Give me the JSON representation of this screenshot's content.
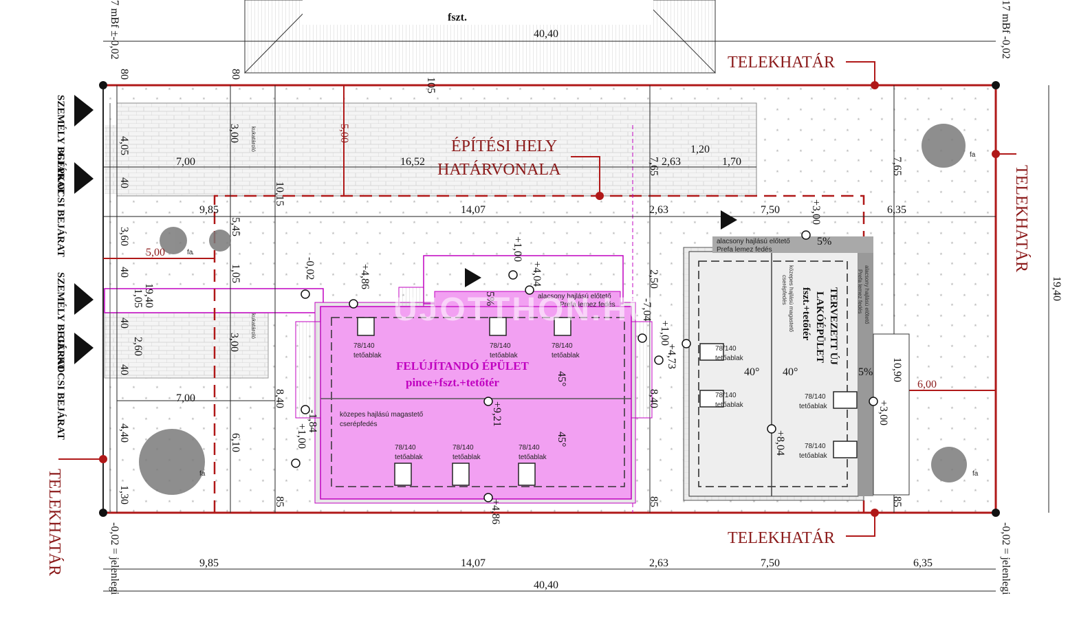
{
  "top_building_label": "fszt.",
  "level_left_top": "7 mBf ±-0,02",
  "level_right_top": "17 mBf -0,02",
  "level_left_bottom": "-0,02 = jelenlegi",
  "level_right_bottom": "-0,02 = jelenlegi",
  "boundary_label": "TELEKHATÁR",
  "building_zone_line1": "ÉPÍTÉSI HELY",
  "building_zone_line2": "HATÁRVONALA",
  "entrances": [
    "SZEMÉLY BEJÁRAT",
    "GÉPKOCSI BEJÁRAT",
    "SZEMÉLY BEJÁRAT",
    "GÉPKOCSI BEJÁRAT"
  ],
  "old_building_line1": "FELÚJÍTANDÓ ÉPÜLET",
  "old_building_line2": "pince+fszt.+tetőtér",
  "new_building_line1": "TERVEZETT ÚJ",
  "new_building_line2": "LAKÓÉPÜLET",
  "new_building_line3": "fszt.+tetőtér",
  "skylight_size": "78/140",
  "skylight_word": "tetőablak",
  "roof_medium_line1": "közepes hajlású magastető",
  "roof_medium_line2": "cserépfedés",
  "porch_line1": "alacsony hajlású előtető",
  "porch_line2": "Prefa lemez fedés",
  "bin_label": "kukatároló",
  "tree_label": "fa",
  "slope_45": "45°",
  "slope_40": "40°",
  "slope_5": "5%",
  "watermark": "UJOTTHON.HU",
  "dims": {
    "total_width": "40,40",
    "seg_a": "9,85",
    "seg_b": "14,07",
    "seg_c": "2,63",
    "seg_d": "7,50",
    "seg_e": "6,35",
    "d_7_00": "7,00",
    "d_16_52": "16,52",
    "d_2_63": "2,63",
    "d_1_20": "1,20",
    "d_1_70": "1,70",
    "d_5_00": "5,00",
    "d_6_00": "6,00",
    "d_19_40": "19,40",
    "d_10_90": "10,90",
    "d_80": "80",
    "d_105": "105",
    "d_3_00": "3,00",
    "d_4_05": "4,05",
    "d_40": "40",
    "d_3_60": "3,60",
    "d_1_05": "1,05",
    "d_2_60": "2,60",
    "d_4_40": "4,40",
    "d_1_30": "1,30",
    "d_10_15": "10,15",
    "d_5_45": "5,45",
    "d_8_40": "8,40",
    "d_6_10": "6,10",
    "d_85": "85",
    "d_7_65": "7,65",
    "d_2_50": "2,50"
  },
  "levels": {
    "l1": "+1,00",
    "l2": "+4,04",
    "l3": "+4,86",
    "l4": "-0,02",
    "l5": "+9,21",
    "l6": "-1,84",
    "l7": "+1,00",
    "l8": "+4,86",
    "l9": "-7,04",
    "l10": "+1,00",
    "l11": "+4,73",
    "l12": "+8,04",
    "l13": "+3,00",
    "l14": "+3,00"
  },
  "colors": {
    "boundary": "#b01818",
    "old_building": "#f2a0f2",
    "old_building_stroke": "#c000c0",
    "new_building": "#e8e8e8",
    "dim_line": "#222222"
  }
}
